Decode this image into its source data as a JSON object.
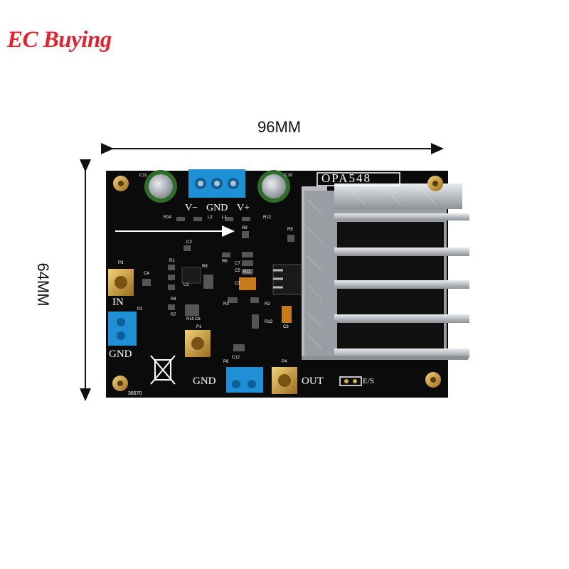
{
  "brand": {
    "text": "EC Buying",
    "color": "#e8202a"
  },
  "dimensions": {
    "width_label": "96MM",
    "height_label": "64MM"
  },
  "board": {
    "chip_label": "OPA548",
    "serial": "36670",
    "labels": {
      "v_minus": "V−",
      "gnd_top": "GND",
      "v_plus": "V+",
      "in": "IN",
      "gnd_left": "GND",
      "gnd_bottom": "GND",
      "out": "OUT",
      "es": "E/S"
    },
    "refs": [
      "C11",
      "C10",
      "R14",
      "L2",
      "L1",
      "R12",
      "R5",
      "R9",
      "C2",
      "R6",
      "C7",
      "C5",
      "R11",
      "C3",
      "R1",
      "U1",
      "R8",
      "R3",
      "R2",
      "R4",
      "R7",
      "R10",
      "C6",
      "R13",
      "C8",
      "C4",
      "P3",
      "P2",
      "P1",
      "P6",
      "C12",
      "P4"
    ],
    "colors": {
      "pcb": "#0b0b0b",
      "terminal": "#1f8fd6",
      "heatsink": "#c9ccd0",
      "gold": "#c99a3a"
    }
  }
}
